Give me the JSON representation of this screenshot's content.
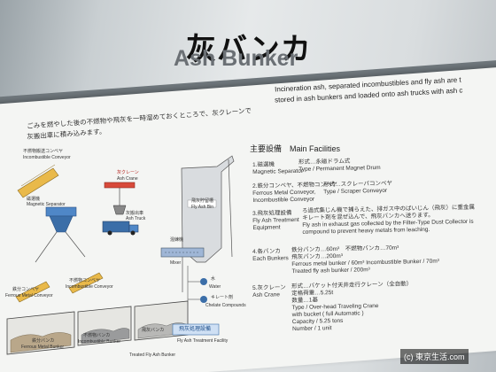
{
  "sign": {
    "title_jp": "灰バンカ",
    "title_en": "Ash Bunker",
    "description_en": [
      "Incineration ash, separated incombustibles and fly ash are t",
      "stored in ash bunkers and loaded onto ash trucks with ash c"
    ],
    "description_jp": [
      "ごみを燃やした後の不燃物や飛灰を一時溜めておくところで、灰クレーンで",
      "灰搬出車に積み込みます。"
    ],
    "facilities_heading": "主要設備　Main Facilities",
    "facilities": [
      {
        "jp": "1.磁選機",
        "en": "Magnetic Separator",
        "detail": [
          "形式…永磁ドラム式",
          "Type / Permanent Magnet Drum"
        ]
      },
      {
        "jp": "2.鉄分コンベヤ、不燃物コンベヤ",
        "en": "Ferrous Metal Conveyor,",
        "en2": "Incombustible Conveyor",
        "detail": [
          "形式…スクレーパコンベヤ",
          "Type / Scraper Conveyor"
        ]
      },
      {
        "jp": "3.飛灰処理設備",
        "en": "Fly Ash Treatment",
        "en2": "Equipment",
        "detail": [
          "ろ過式集じん機で捕らえた、排ガス中のばいじん（飛灰）に重金属",
          "キレート剤を混ぜ込んで、飛灰バンカへ送ります。",
          "Fly ash in exhaust gas collected by the Filter-Type Dust Collector is",
          "compound to prevent heavy metals from leaching."
        ]
      },
      {
        "jp": "4.各バンカ",
        "en": "Each Bunkers",
        "detail": [
          "鉄分バンカ…60m³　不燃物バンカ…70m³",
          "飛灰バンカ…200m³",
          "Ferrous metal bunker / 60m³  Incombustible Bunker / 70m³",
          "Treated fly ash bunker / 200m³"
        ]
      },
      {
        "jp": "5.灰クレーン",
        "en": "Ash Crane",
        "detail": [
          "形式…バケット付天井走行クレーン（全自動）",
          "定格荷重…5.25t",
          "数量…1基",
          "Type / Over-head Traveling Crane",
          "with bucket ( full Automatic )",
          "Capacity / 5.25 tons",
          "Number / 1 unit"
        ]
      }
    ],
    "diagram_labels": {
      "incombustible_conveyor_jp": "不燃物搬送コンベヤ",
      "incombustible_conveyor_en": "Incombustible Conveyor",
      "magnetic_separator_jp": "磁選機",
      "magnetic_separator_en": "Magnetic Separator",
      "ash_crane_jp": "灰クレーン",
      "ash_crane_en": "Ash Crane",
      "ash_truck_jp": "灰搬出車",
      "ash_truck_en": "Ash Truck",
      "fly_ash_bin_jp": "飛灰貯留槽",
      "fly_ash_bin_en": "Fly Ash Bin",
      "mixer_jp": "混練機",
      "mixer_en": "Mixer",
      "water_jp": "水",
      "water_en": "Water",
      "chelate_jp": "キレート剤",
      "chelate_en": "Chelate Compounds",
      "ferrous_conveyor_jp": "鉄分コンベヤ",
      "ferrous_conveyor_en": "Ferrous Metal Conveyor",
      "incombustible_conv_jp": "不燃物コンベヤ",
      "incombustible_conv_en": "Incombustible Conveyor",
      "ferrous_bunker_jp": "鉄分バンカ",
      "ferrous_bunker_en": "Ferrous Metal Bunker",
      "incombustible_bunker_jp": "不燃物バンカ",
      "incombustible_bunker_en": "Incombustible Bunker",
      "fly_ash_bunker_jp": "飛灰バンカ",
      "fly_ash_bunker_en": "Treated Fly Ash Bunker",
      "fly_ash_treatment_jp": "飛灰処理設備",
      "fly_ash_treatment_en": "Fly Ash Treatment Facility"
    },
    "colors": {
      "accent_red": "#c0261d",
      "accent_blue": "#3b6ea8",
      "bunker_yellow": "#f2d98a"
    }
  },
  "copyright": "(c) 東京生活.com"
}
